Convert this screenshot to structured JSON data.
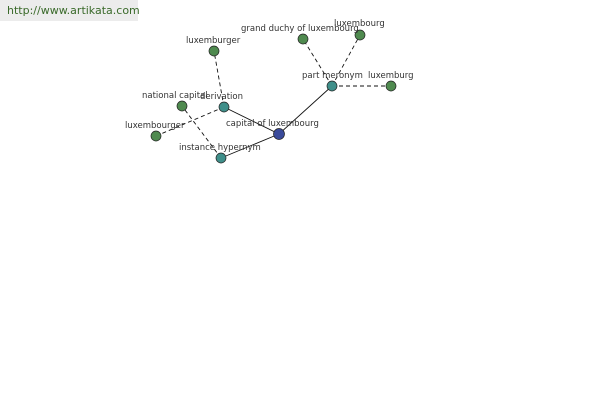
{
  "header": {
    "url": "http://www.artikata.com"
  },
  "colors": {
    "edge": "#111111",
    "node_center": "#3a4a9a",
    "node_relation": "#3f8f8a",
    "node_word": "#4f8a4f",
    "node_outline": "#222222"
  },
  "graph": {
    "nodes": [
      {
        "id": "center",
        "label": "capital of luxembourg",
        "kind": "center"
      },
      {
        "id": "rel-part-meronym",
        "label": "part meronym",
        "kind": "relation"
      },
      {
        "id": "rel-derivation",
        "label": "derivation",
        "kind": "relation"
      },
      {
        "id": "rel-instance-hypernym",
        "label": "instance hypernym",
        "kind": "relation"
      },
      {
        "id": "word-grand-duchy",
        "label": "grand duchy of luxembourg",
        "kind": "word"
      },
      {
        "id": "word-luxembourg",
        "label": "luxembourg",
        "kind": "word"
      },
      {
        "id": "word-luxemburg",
        "label": "luxemburg",
        "kind": "word"
      },
      {
        "id": "word-luxemburger",
        "label": "luxemburger",
        "kind": "word"
      },
      {
        "id": "word-luxembourger",
        "label": "luxembourger",
        "kind": "word"
      },
      {
        "id": "word-national-capital",
        "label": "national capital",
        "kind": "word"
      }
    ],
    "edges": [
      {
        "from": "center",
        "to": "rel-part-meronym",
        "style": "solid"
      },
      {
        "from": "center",
        "to": "rel-derivation",
        "style": "solid"
      },
      {
        "from": "center",
        "to": "rel-instance-hypernym",
        "style": "solid"
      },
      {
        "from": "rel-part-meronym",
        "to": "word-grand-duchy",
        "style": "dashed"
      },
      {
        "from": "rel-part-meronym",
        "to": "word-luxembourg",
        "style": "dashed"
      },
      {
        "from": "rel-part-meronym",
        "to": "word-luxemburg",
        "style": "dashed"
      },
      {
        "from": "rel-derivation",
        "to": "word-luxemburger",
        "style": "dashed"
      },
      {
        "from": "rel-derivation",
        "to": "word-luxembourger",
        "style": "dashed"
      },
      {
        "from": "rel-instance-hypernym",
        "to": "word-national-capital",
        "style": "dashed"
      }
    ]
  }
}
